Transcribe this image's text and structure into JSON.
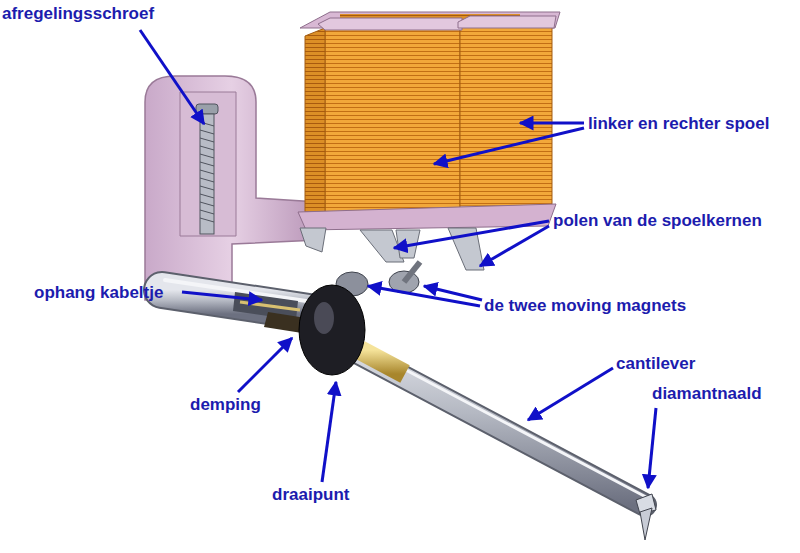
{
  "diagram": {
    "labels": [
      "afregelingsschroef",
      "linker en rechter spoel",
      "polen van de spoelkernen",
      "ophang kabeltje",
      "de twee moving magnets",
      "cantilever",
      "diamantnaald",
      "demping",
      "draaipunt"
    ]
  }
}
